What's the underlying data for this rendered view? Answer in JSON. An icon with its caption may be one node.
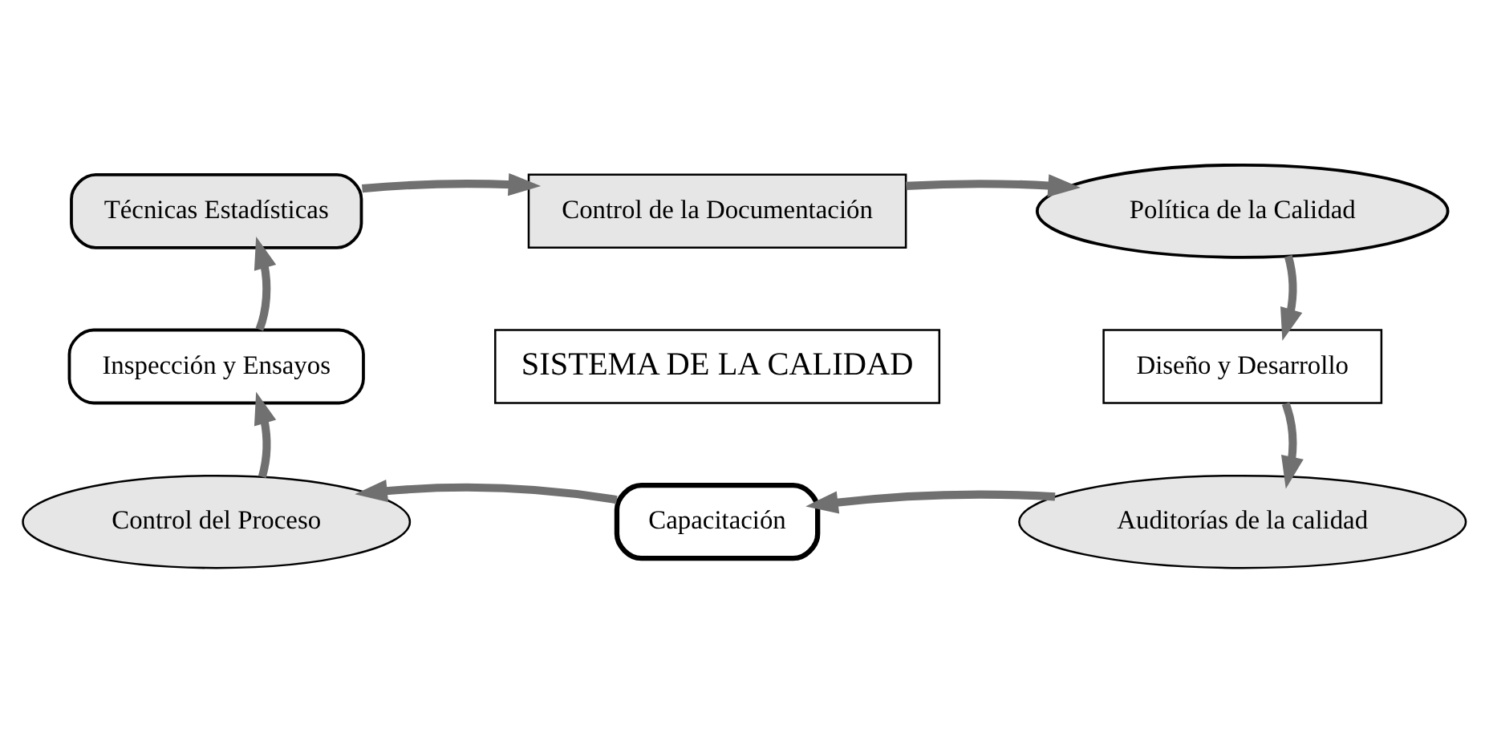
{
  "diagram": {
    "nodes": [
      {
        "text": [
          "Técnicas Estadísticas"
        ]
      },
      {
        "text": [
          "Control de la Documentación"
        ]
      },
      {
        "text": [
          "Política de la Calidad"
        ]
      },
      {
        "text": [
          "Diseño y Desarrollo"
        ]
      },
      {
        "text": [
          "Auditorías de la calidad"
        ]
      },
      {
        "text": [
          "Capacitación"
        ]
      },
      {
        "text": [
          "Control del Proceso"
        ]
      },
      {
        "text": [
          "Inspección y Ensayos"
        ]
      },
      {
        "text": [
          "SISTEMA DE LA CALIDAD"
        ]
      }
    ],
    "edges": [
      {
        "from": 0,
        "to": 1,
        "arrow": "to"
      },
      {
        "from": 1,
        "to": 2,
        "arrow": "to"
      },
      {
        "from": 2,
        "to": 3,
        "arrow": "to"
      },
      {
        "from": 3,
        "to": 4,
        "arrow": "to"
      },
      {
        "from": 4,
        "to": 5,
        "arrow": "to"
      },
      {
        "from": 5,
        "to": 6,
        "arrow": "to"
      },
      {
        "from": 6,
        "to": 7,
        "arrow": "to"
      },
      {
        "from": 7,
        "to": 0,
        "arrow": "to"
      }
    ]
  }
}
